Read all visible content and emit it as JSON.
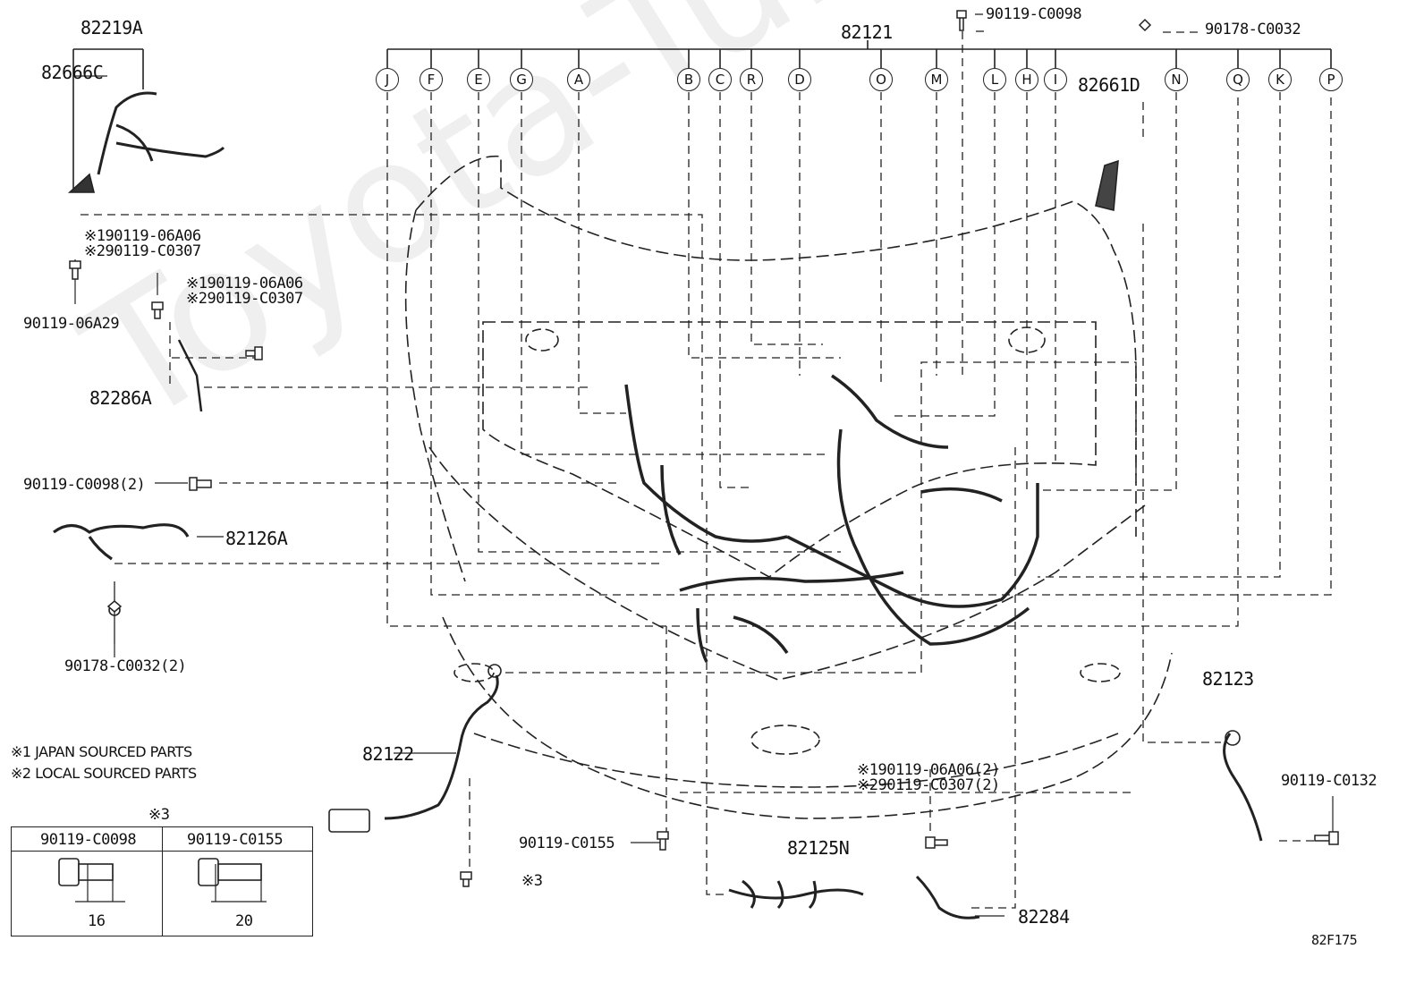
{
  "watermark": "Toyota-Tuner.ru",
  "parts": {
    "p82219A": "82219A",
    "p82666C": "82666C",
    "p82121": "82121",
    "p82661D": "82661D",
    "p82286A": "82286A",
    "p82126A": "82126A",
    "p82122": "82122",
    "p82123": "82123",
    "p82125N": "82125N",
    "p82284": "82284"
  },
  "fasteners": {
    "f_top1": "90119-C0098",
    "f_top2": "90178-C0032",
    "f_l1a": "※190119-06A06",
    "f_l1b": "※290119-C0307",
    "f_l2": "90119-06A29",
    "f_l3a": "※190119-06A06",
    "f_l3b": "※290119-C0307",
    "f_l4": "90119-C0098(2)",
    "f_l5": "90178-C0032(2)",
    "f_b1": "90119-C0155",
    "f_b2": "※3",
    "f_b3a": "※190119-06A06(2)",
    "f_b3b": "※290119-C0307(2)",
    "f_r1": "90119-C0132"
  },
  "notes": {
    "n1": "※1 JAPAN SOURCED PARTS",
    "n2": "※2 LOCAL SOURCED PARTS",
    "n3": "※3"
  },
  "table": {
    "col1_header": "90119-C0098",
    "col2_header": "90119-C0155",
    "col1_dim": "16",
    "col2_dim": "20"
  },
  "connectors": [
    "J",
    "F",
    "E",
    "G",
    "A",
    "B",
    "C",
    "R",
    "D",
    "O",
    "M",
    "L",
    "H",
    "I",
    "N",
    "Q",
    "K",
    "P"
  ],
  "figure_code": "82F175"
}
